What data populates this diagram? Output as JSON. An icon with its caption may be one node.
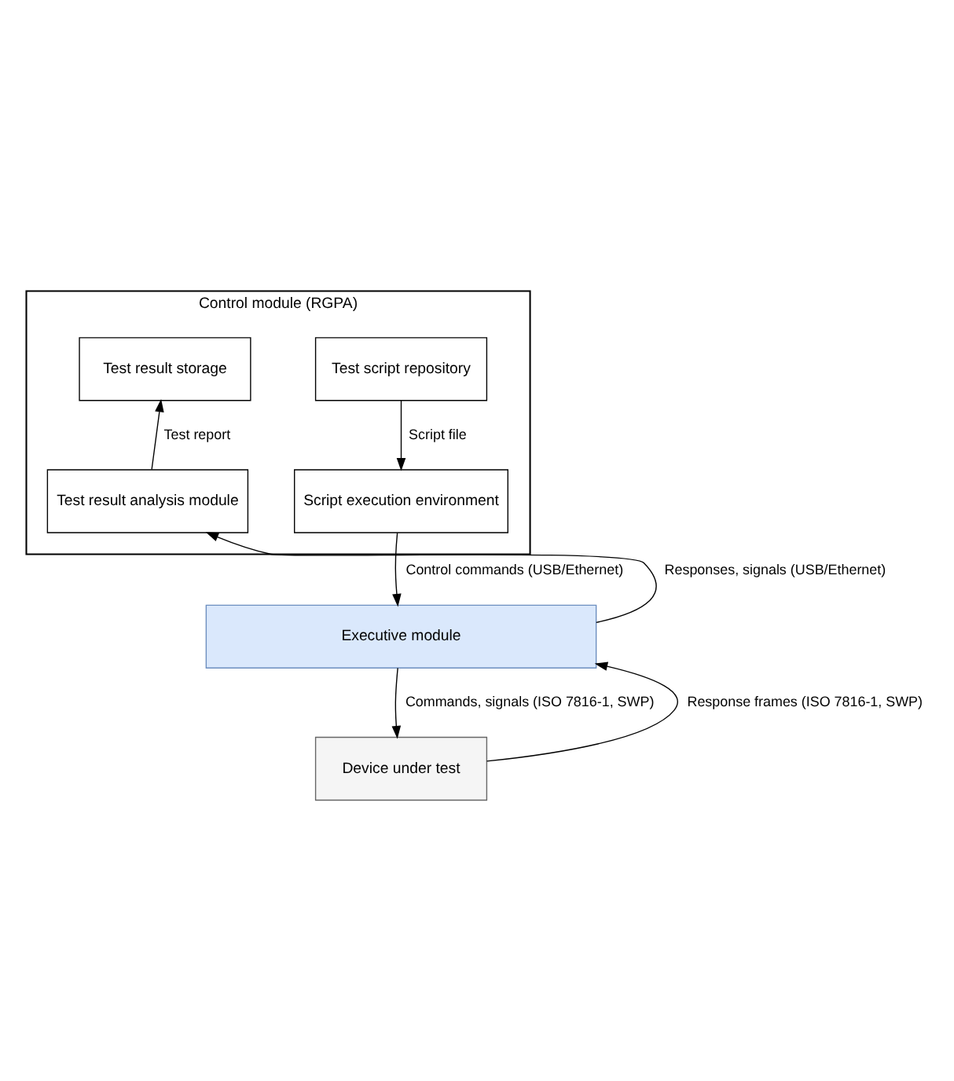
{
  "diagram": {
    "nodes": [
      {
        "text": [
          "Control module (RGPA)"
        ]
      },
      {
        "text": [
          "Test script repository"
        ],
        "in": 0
      },
      {
        "text": [
          "Test result storage"
        ],
        "in": 0
      },
      {
        "text": [
          "Script execution environment"
        ],
        "in": 0
      },
      {
        "text": [
          "Test result analysis module"
        ],
        "in": 0
      },
      {
        "text": [
          "Executive module"
        ]
      },
      {
        "text": [
          "Device under test"
        ]
      }
    ],
    "edges": [
      {
        "from": 1,
        "to": 3,
        "arrow": "to",
        "label": "Script file"
      },
      {
        "from": 4,
        "to": 2,
        "arrow": "to",
        "label": "Test report"
      },
      {
        "from": 3,
        "to": 5,
        "arrow": "to",
        "label": "Control commands (USB/Ethernet)"
      },
      {
        "from": 5,
        "to": 4,
        "arrow": "to",
        "label": "Responses, signals (USB/Ethernet)"
      },
      {
        "from": 5,
        "to": 6,
        "arrow": "to",
        "label": "Commands, signals (ISO 7816-1, SWP)"
      },
      {
        "from": 6,
        "to": 5,
        "arrow": "to",
        "label": "Response frames (ISO 7816-1, SWP)"
      }
    ]
  }
}
